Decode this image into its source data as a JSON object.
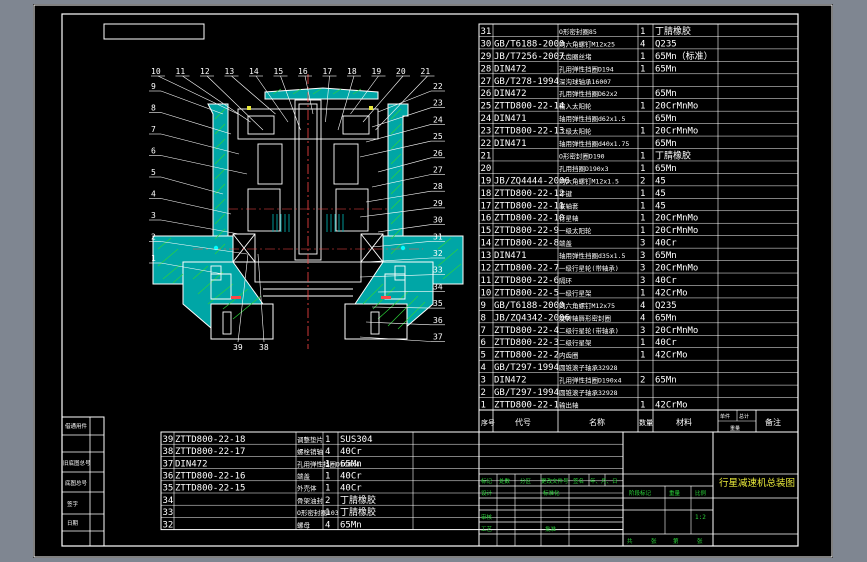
{
  "colors": {
    "background": "#000000",
    "frame": "#ffffff",
    "outline": "#ffffff",
    "section": "#00a6a6",
    "hatch": "#2bd43a",
    "labels": "#ffffff",
    "leaders": "#ffffff",
    "title_text": "#e9e93a"
  },
  "balloons": {
    "top": [
      "10",
      "11",
      "12",
      "13",
      "14",
      "15",
      "16",
      "17",
      "18",
      "19",
      "20",
      "21"
    ],
    "left": [
      "9",
      "8",
      "7",
      "6",
      "5",
      "4",
      "3",
      "2",
      "1"
    ],
    "right": [
      "22",
      "23",
      "24",
      "25",
      "26",
      "27",
      "28",
      "29",
      "30",
      "31",
      "32",
      "33",
      "34",
      "35",
      "36",
      "37"
    ],
    "bottom": [
      "39",
      "38"
    ]
  },
  "parts_upper": [
    {
      "no": "31",
      "code": "",
      "name": "O形密封圈85",
      "qty": "1",
      "mat": "丁腈橡胶"
    },
    {
      "no": "30",
      "code": "GB/T6188-2000",
      "name": "内六角螺钉M12x25",
      "qty": "4",
      "mat": "Q235"
    },
    {
      "no": "29",
      "code": "JB/T7256-2007",
      "name": "大齿圈丝堵",
      "qty": "1",
      "mat": "65Mn（标准）"
    },
    {
      "no": "28",
      "code": "DIN472",
      "name": "孔用弹性挡圈D194",
      "qty": "1",
      "mat": "65Mn"
    },
    {
      "no": "27",
      "code": "GB/T278-1994",
      "name": "深沟球轴承16007",
      "qty": "",
      "mat": ""
    },
    {
      "no": "26",
      "code": "DIN472",
      "name": "孔用弹性挡圈D62x2",
      "qty": "",
      "mat": "65Mn"
    },
    {
      "no": "25",
      "code": "ZTTD800-22-14",
      "name": "输入太阳轮",
      "qty": "1",
      "mat": "20CrMnMo"
    },
    {
      "no": "24",
      "code": "DIN471",
      "name": "轴用弹性挡圈d62x1.5",
      "qty": "",
      "mat": "65Mn"
    },
    {
      "no": "23",
      "code": "ZTTD800-22-13",
      "name": "二级太阳轮",
      "qty": "1",
      "mat": "20CrMnMo"
    },
    {
      "no": "22",
      "code": "DIN471",
      "name": "轴用弹性挡圈d40x1.75",
      "qty": "",
      "mat": "65Mn"
    },
    {
      "no": "21",
      "code": "",
      "name": "O形密封圈D190",
      "qty": "1",
      "mat": "丁腈橡胶"
    },
    {
      "no": "20",
      "code": "",
      "name": "孔用挡圈D190x3",
      "qty": "1",
      "mat": "65Mn"
    },
    {
      "no": "19",
      "code": "JB/ZQ4444-2006",
      "name": "内六角螺钉M12x1.5",
      "qty": "2",
      "mat": "45"
    },
    {
      "no": "18",
      "code": "ZTTD800-22-12",
      "name": "平键",
      "qty": "1",
      "mat": "45"
    },
    {
      "no": "17",
      "code": "ZTTD800-22-11",
      "name": "联轴套",
      "qty": "1",
      "mat": "45"
    },
    {
      "no": "16",
      "code": "ZTTD800-22-10",
      "name": "行星轴",
      "qty": "1",
      "mat": "20CrMnMo"
    },
    {
      "no": "15",
      "code": "ZTTD800-22-9",
      "name": "一级太阳轮",
      "qty": "1",
      "mat": "20CrMnMo"
    },
    {
      "no": "14",
      "code": "ZTTD800-22-8",
      "name": "端盖",
      "qty": "3",
      "mat": "40Cr"
    },
    {
      "no": "13",
      "code": "DIN471",
      "name": "轴用弹性挡圈d35x1.5",
      "qty": "3",
      "mat": "65Mn"
    },
    {
      "no": "12",
      "code": "ZTTD800-22-7",
      "name": "一级行星轮(带轴承)",
      "qty": "3",
      "mat": "20CrMnMo"
    },
    {
      "no": "11",
      "code": "ZTTD800-22-6",
      "name": "隔环",
      "qty": "3",
      "mat": "40Cr"
    },
    {
      "no": "10",
      "code": "ZTTD800-22-5",
      "name": "一级行星架",
      "qty": "1",
      "mat": "42CrMo"
    },
    {
      "no": "9",
      "code": "GB/T6188-2000",
      "name": "内六角螺钉M12x75",
      "qty": "4",
      "mat": "Q235"
    },
    {
      "no": "8",
      "code": "JB/ZQ4342-2006",
      "name": "旋转轴唇形密封圈",
      "qty": "4",
      "mat": "65Mn"
    },
    {
      "no": "7",
      "code": "ZTTD800-22-4",
      "name": "二级行星轮(带轴承)",
      "qty": "3",
      "mat": "20CrMnMo"
    },
    {
      "no": "6",
      "code": "ZTTD800-22-3",
      "name": "二级行星架",
      "qty": "1",
      "mat": "40Cr"
    },
    {
      "no": "5",
      "code": "ZTTD800-22-2",
      "name": "内齿圈",
      "qty": "1",
      "mat": "42CrMo"
    },
    {
      "no": "4",
      "code": "GB/T297-1994",
      "name": "圆锥滚子轴承32928",
      "qty": "",
      "mat": ""
    },
    {
      "no": "3",
      "code": "DIN472",
      "name": "孔用弹性挡圈D190x4",
      "qty": "2",
      "mat": "65Mn"
    },
    {
      "no": "2",
      "code": "GB/T297-1994",
      "name": "圆锥滚子轴承32928",
      "qty": "",
      "mat": ""
    },
    {
      "no": "1",
      "code": "ZTTD800-22-1",
      "name": "输出轴",
      "qty": "1",
      "mat": "42CrMo"
    }
  ],
  "parts_upper_header": {
    "no": "序号",
    "code": "代号",
    "name": "名称",
    "qty": "数量",
    "mat": "材料",
    "unit": "单件",
    "total": "总计",
    "weight": "重量",
    "remark": "备注"
  },
  "parts_lower": [
    {
      "no": "39",
      "code": "ZTTD800-22-18",
      "name": "调整垫片",
      "qty": "1",
      "mat": "SUS304"
    },
    {
      "no": "38",
      "code": "ZTTD800-22-17",
      "name": "螺栓销轴",
      "qty": "4",
      "mat": "40Cr"
    },
    {
      "no": "37",
      "code": "DIN472",
      "name": "孔用弹性挡圈D160x4",
      "qty": "1",
      "mat": "65Mn"
    },
    {
      "no": "36",
      "code": "ZTTD800-22-16",
      "name": "端盖",
      "qty": "1",
      "mat": "40Cr"
    },
    {
      "no": "35",
      "code": "ZTTD800-22-15",
      "name": "外壳体",
      "qty": "1",
      "mat": "40Cr"
    },
    {
      "no": "34",
      "code": "",
      "name": "骨架油封",
      "qty": "2",
      "mat": "丁腈橡胶"
    },
    {
      "no": "33",
      "code": "",
      "name": "O形密封圈103",
      "qty": "1",
      "mat": "丁腈橡胶"
    },
    {
      "no": "32",
      "code": "",
      "name": "螺母",
      "qty": "4",
      "mat": "65Mn"
    }
  ],
  "left_strip": [
    "借通用件",
    "旧底图总号",
    "底图总号",
    "签字",
    "日期"
  ],
  "title_block": {
    "drawing_title": "行星减速机总装图",
    "row_marks": [
      "标记",
      "处数",
      "分区",
      "更改文件号",
      "签名",
      "年、月、日"
    ],
    "design": "设计",
    "standardization": "标准化",
    "review": "审核",
    "process": "工艺",
    "approve": "批准",
    "stage_mark": "阶段标记",
    "weight": "重量",
    "scale": "比例",
    "scale_value": "1:2",
    "sheet_total": "共",
    "sheet_word": "张",
    "sheet_no": "第",
    "sheet_word2": "张"
  }
}
